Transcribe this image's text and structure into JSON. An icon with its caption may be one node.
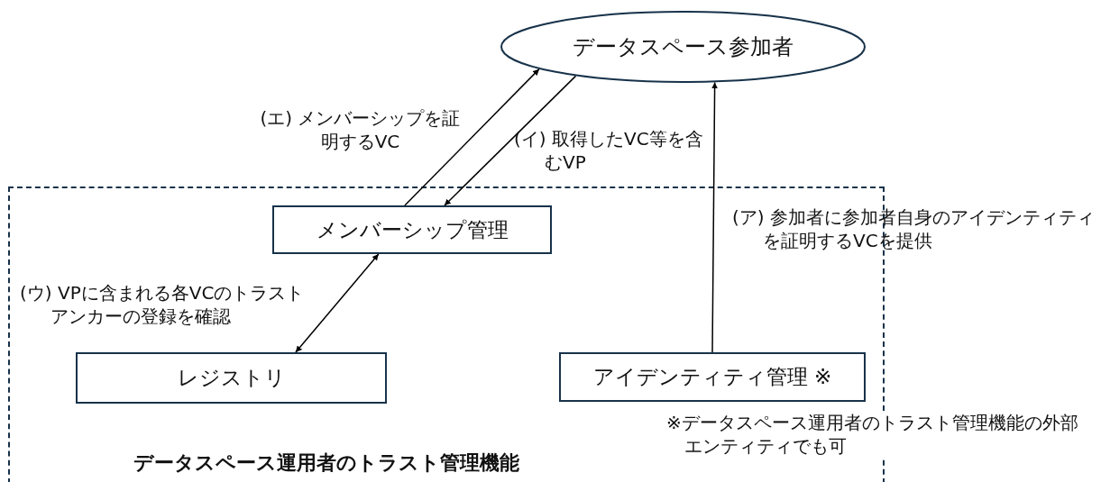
{
  "diagram": {
    "nodes": [
      {
        "text": [
          "データスペース参加者"
        ]
      },
      {
        "text": [
          "データスペース運用者のトラスト管理機能"
        ]
      },
      {
        "text": [
          "メンバーシップ管理"
        ],
        "in": 1
      },
      {
        "text": [
          "レジストリ"
        ],
        "in": 1
      },
      {
        "text": [
          "アイデンティティ管理 ※"
        ],
        "in": 1
      }
    ],
    "edges": [
      {
        "from": 2,
        "to": 0,
        "arrow": "to",
        "label": "(エ) メンバーシップを証明するVC"
      },
      {
        "from": 0,
        "to": 2,
        "arrow": "to",
        "label": "(イ) 取得したVC等を含むVP"
      },
      {
        "from": 2,
        "to": 3,
        "arrow": "both",
        "label": "(ウ) VPに含まれる各VCのトラストアンカーの登録を確認"
      },
      {
        "from": 4,
        "to": 0,
        "arrow": "to",
        "label": "(ア) 参加者に参加者自身のアイデンティティを証明するVCを提供"
      }
    ],
    "labels": [
      "※データスペース運用者のトラスト管理機能の外部エンティティでも可"
    ]
  }
}
